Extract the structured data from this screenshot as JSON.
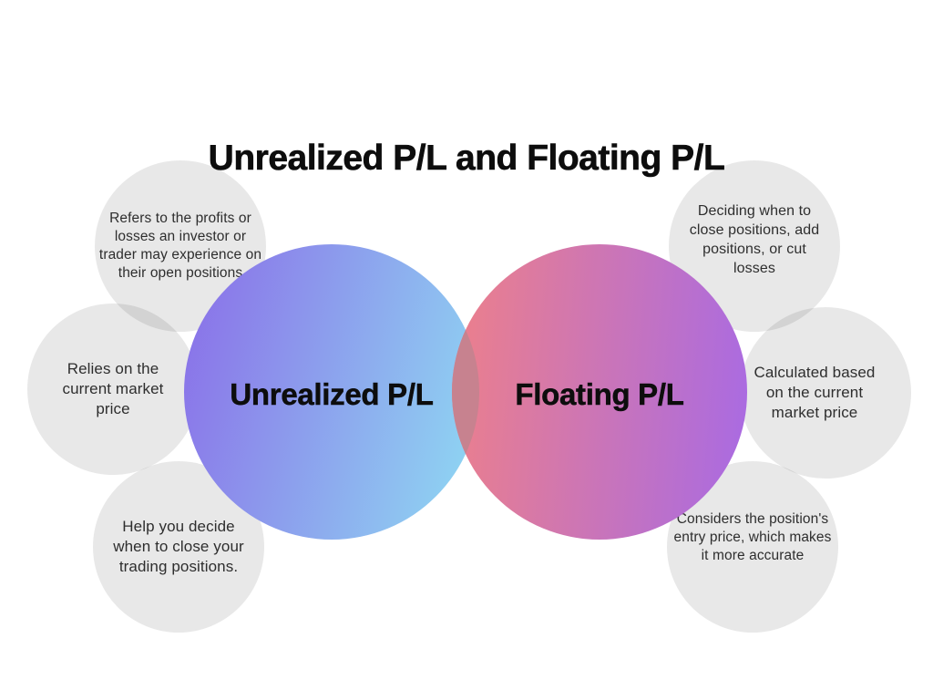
{
  "title": "Unrealized P/L and Floating P/L",
  "diagram": {
    "type": "venn",
    "left_set": {
      "label": "Unrealized P/L",
      "gradient_start": "#8a6ce8",
      "gradient_end": "#8fdcf3",
      "gradient_angle": "105deg",
      "notes": [
        "Refers to the profits or losses an investor or trader may experience on their open positions",
        "Relies on the current market price",
        "Help you decide when to close your trading positions."
      ]
    },
    "right_set": {
      "label": "Floating P/L",
      "gradient_start": "#ee8089",
      "gradient_end": "#a86ae4",
      "gradient_angle": "95deg",
      "notes": [
        "Deciding when to close positions, add positions, or cut losses",
        "Calculated based on the current market price",
        "Considers the position's entry price, which makes it more accurate"
      ]
    },
    "overlap_color": "#c7828f",
    "note_circle_color": "#e7e7e7",
    "background_color": "#ffffff",
    "text_color": "#2e2e2e"
  }
}
